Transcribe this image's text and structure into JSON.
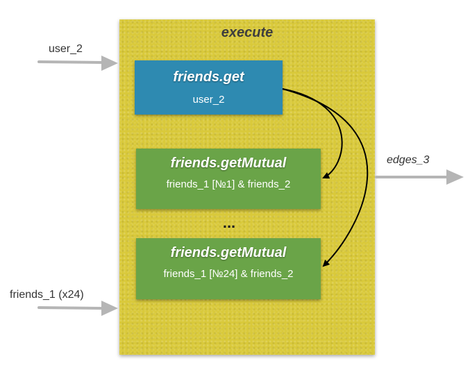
{
  "execute_label": "execute",
  "input_user": "user_2",
  "input_friends": "friends_1 (x24)",
  "output_edges": "edges_3",
  "friends_get": {
    "title": "friends.get",
    "param": "user_2"
  },
  "mutual_first": {
    "title": "friends.getMutual",
    "param": "friends_1 [№1] & friends_2"
  },
  "ellipsis": "...",
  "mutual_last": {
    "title": "friends.getMutual",
    "param": "friends_1 [№24] & friends_2"
  },
  "colors": {
    "execute_bg": "#d9c93a",
    "friends_get_bg": "#2e8ab1",
    "get_mutual_bg": "#6aa448",
    "arrow_gray": "#b5b5b5",
    "arrow_black": "#000000"
  }
}
